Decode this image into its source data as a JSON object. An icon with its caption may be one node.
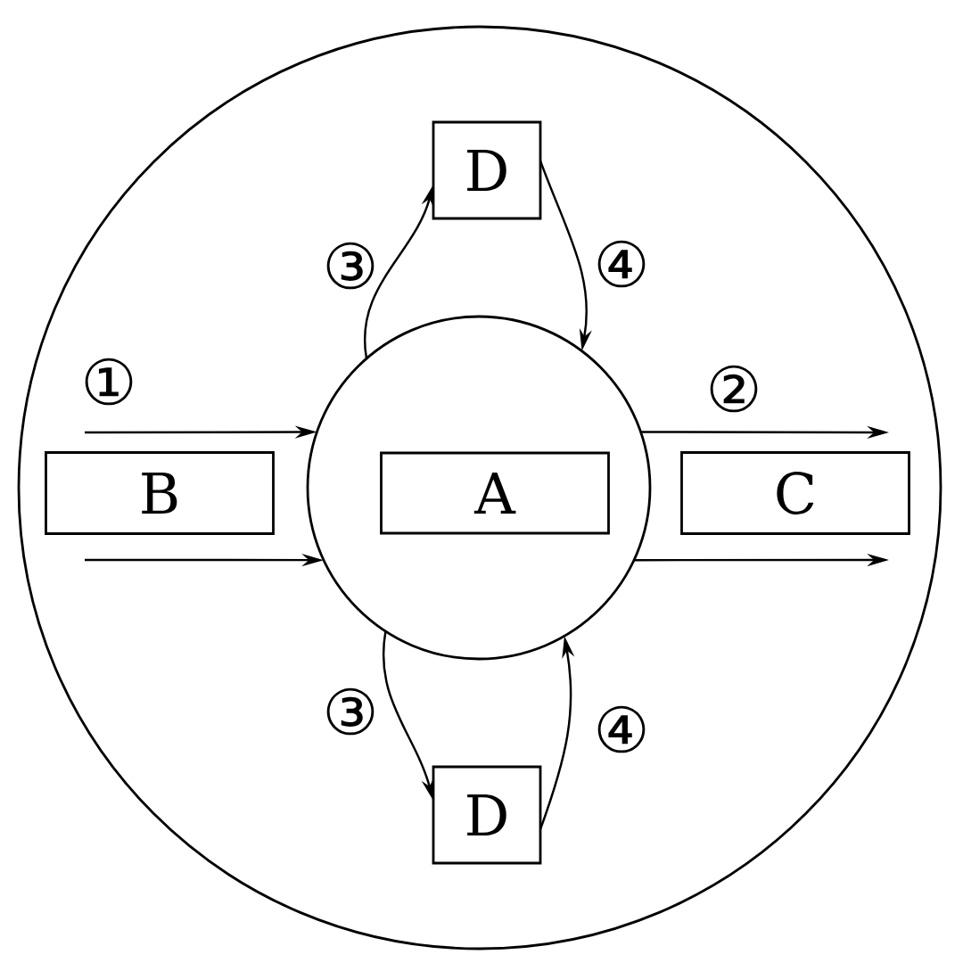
{
  "diagram": {
    "nodes": [
      {
        "text": [],
        "shape": "circle"
      },
      {
        "text": [],
        "shape": "circle",
        "in": 0
      },
      {
        "text": [
          "A"
        ],
        "in": 1
      },
      {
        "text": [
          "B"
        ],
        "in": 0
      },
      {
        "text": [
          "C"
        ],
        "in": 0
      },
      {
        "text": [
          "D"
        ],
        "in": 0
      },
      {
        "text": [
          "D"
        ],
        "in": 0
      }
    ],
    "edges": [
      {
        "from": null,
        "to": 1,
        "arrow": "to",
        "label": "①"
      },
      {
        "from": null,
        "to": 1,
        "arrow": "to"
      },
      {
        "from": 1,
        "to": null,
        "arrow": "to",
        "label": "②"
      },
      {
        "from": 1,
        "to": null,
        "arrow": "to"
      },
      {
        "from": 1,
        "to": 5,
        "arrow": "to",
        "label": "③"
      },
      {
        "from": 5,
        "to": 1,
        "arrow": "to",
        "label": "④"
      },
      {
        "from": 1,
        "to": 6,
        "arrow": "to",
        "label": "③"
      },
      {
        "from": 6,
        "to": 1,
        "arrow": "to",
        "label": "④"
      }
    ]
  }
}
